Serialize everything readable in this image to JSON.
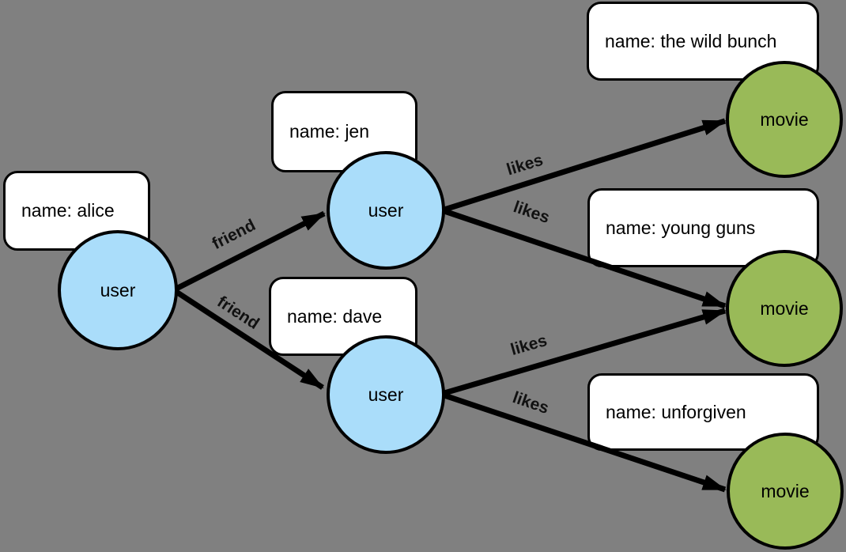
{
  "diagram": {
    "type": "graph-data-model",
    "background_color": "#808080",
    "node_fill_user": "#aaddfa",
    "node_fill_movie": "#99ba58",
    "box_fill": "#ffffff",
    "line_color": "#000000",
    "nodes": [
      {
        "id": "alice",
        "label": "user",
        "property": "name: alice"
      },
      {
        "id": "jen",
        "label": "user",
        "property": "name: jen"
      },
      {
        "id": "dave",
        "label": "user",
        "property": "name: dave"
      },
      {
        "id": "wild-bunch",
        "label": "movie",
        "property": "name: the wild bunch"
      },
      {
        "id": "young-guns",
        "label": "movie",
        "property": "name: young guns"
      },
      {
        "id": "unforgiven",
        "label": "movie",
        "property": "name: unforgiven"
      }
    ],
    "edges": [
      {
        "from": "alice",
        "to": "jen",
        "label": "friend"
      },
      {
        "from": "alice",
        "to": "dave",
        "label": "friend"
      },
      {
        "from": "jen",
        "to": "wild-bunch",
        "label": "likes"
      },
      {
        "from": "jen",
        "to": "young-guns",
        "label": "likes"
      },
      {
        "from": "dave",
        "to": "young-guns",
        "label": "likes"
      },
      {
        "from": "dave",
        "to": "unforgiven",
        "label": "likes"
      }
    ]
  }
}
